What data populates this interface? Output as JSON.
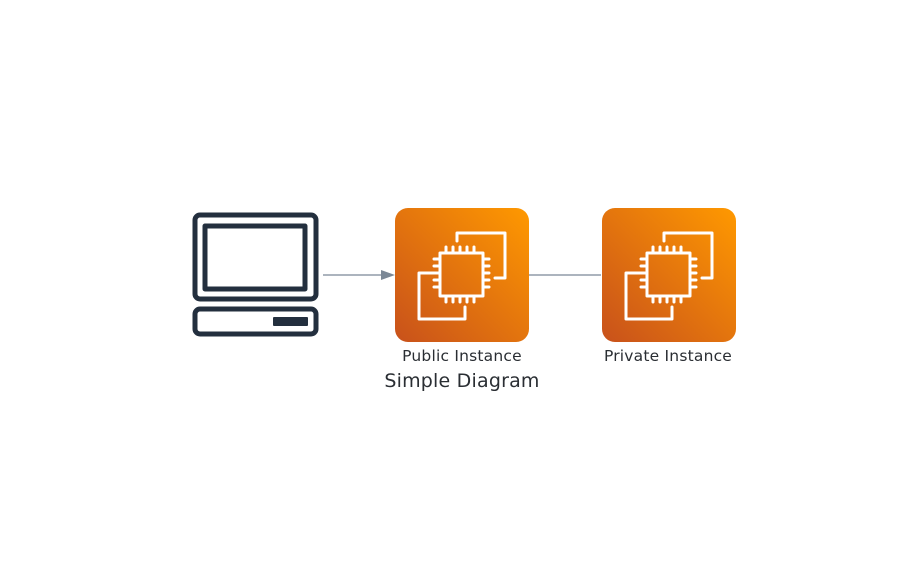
{
  "diagram": {
    "caption": "Simple Diagram",
    "nodes": [
      {
        "id": "client",
        "icon": "computer-icon",
        "label": ""
      },
      {
        "id": "public",
        "icon": "ec2-instance-icon",
        "label": "Public Instance"
      },
      {
        "id": "private",
        "icon": "ec2-instance-icon",
        "label": "Private Instance"
      }
    ],
    "edges": [
      {
        "from": "client",
        "to": "public",
        "arrow": true
      },
      {
        "from": "public",
        "to": "private",
        "arrow": false
      }
    ],
    "colors": {
      "icon_dark": "#232f3e",
      "edge": "#7b8896",
      "ec2_gradient_start": "#c8511b",
      "ec2_gradient_end": "#ff9900",
      "icon_stroke_light": "#ffffff",
      "text": "#2a2e33"
    }
  }
}
